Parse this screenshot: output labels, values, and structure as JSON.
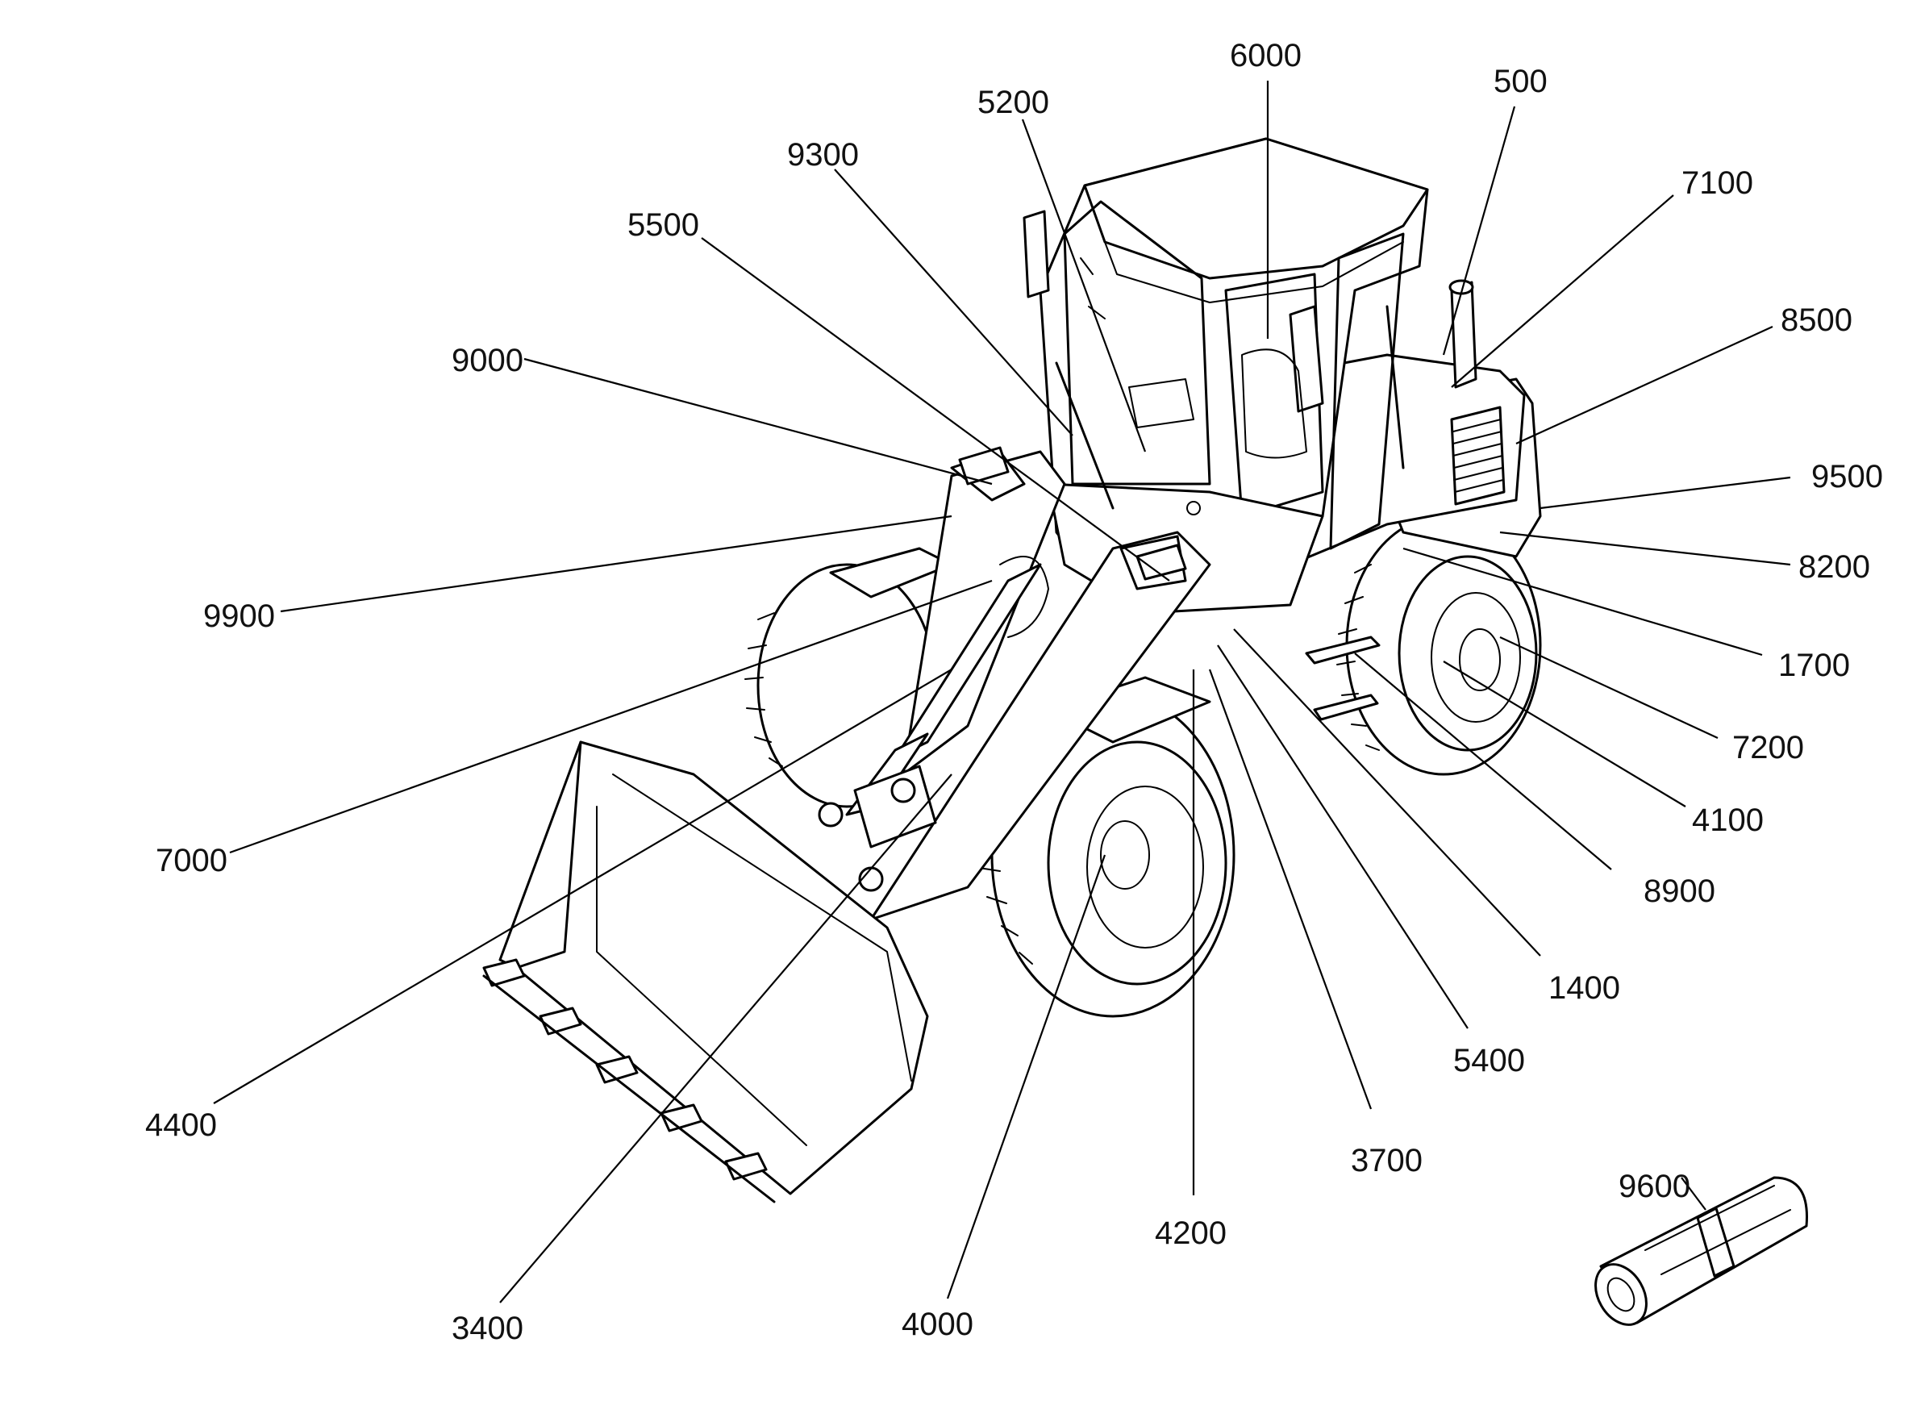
{
  "diagram": {
    "part_labels": [
      {
        "id": "6000",
        "text": "6000"
      },
      {
        "id": "500",
        "text": "500"
      },
      {
        "id": "5200",
        "text": "5200"
      },
      {
        "id": "9300",
        "text": "9300"
      },
      {
        "id": "7100",
        "text": "7100"
      },
      {
        "id": "5500",
        "text": "5500"
      },
      {
        "id": "8500",
        "text": "8500"
      },
      {
        "id": "9000",
        "text": "9000"
      },
      {
        "id": "9500",
        "text": "9500"
      },
      {
        "id": "8200",
        "text": "8200"
      },
      {
        "id": "9900",
        "text": "9900"
      },
      {
        "id": "1700",
        "text": "1700"
      },
      {
        "id": "7200",
        "text": "7200"
      },
      {
        "id": "7000",
        "text": "7000"
      },
      {
        "id": "4100",
        "text": "4100"
      },
      {
        "id": "8900",
        "text": "8900"
      },
      {
        "id": "1400",
        "text": "1400"
      },
      {
        "id": "5400",
        "text": "5400"
      },
      {
        "id": "4400",
        "text": "4400"
      },
      {
        "id": "3700",
        "text": "3700"
      },
      {
        "id": "9600",
        "text": "9600"
      },
      {
        "id": "4200",
        "text": "4200"
      },
      {
        "id": "3400",
        "text": "3400"
      },
      {
        "id": "4000",
        "text": "4000"
      }
    ],
    "icons": [
      "wheel-loader-illustration",
      "rolled-document-icon"
    ]
  }
}
